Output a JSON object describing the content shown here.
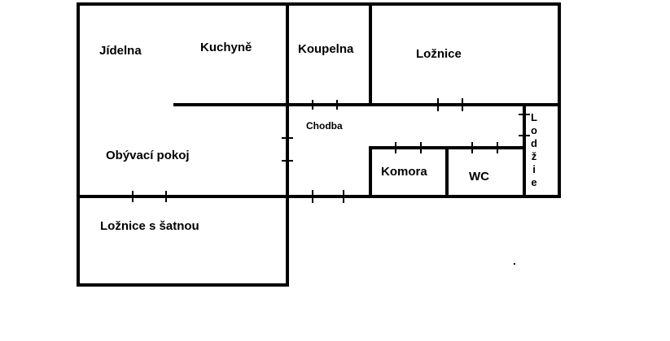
{
  "rooms": {
    "dining": "Jídelna",
    "kitchen": "Kuchyně",
    "bathroom": "Koupelna",
    "bedroom": "Ložnice",
    "hallway": "Chodba",
    "living": "Obývací pokoj",
    "pantry": "Komora",
    "wc": "WC",
    "bedroom_wardrobe": "Ložnice s šatnou"
  },
  "loggia_letters": [
    "L",
    "o",
    "d",
    "ž",
    "i",
    "e"
  ],
  "colors": {
    "wall": "#000000",
    "background": "#ffffff"
  }
}
